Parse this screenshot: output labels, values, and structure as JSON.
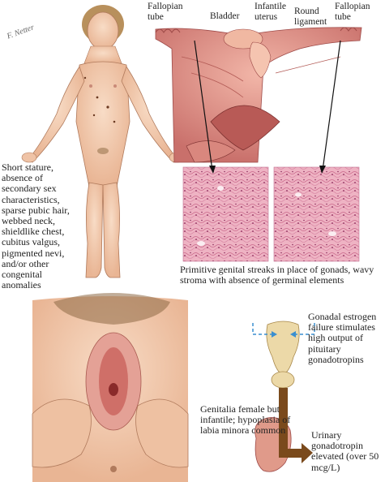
{
  "signature": "F. Netter",
  "anatomy_labels": {
    "fallopian_left": "Fallopian tube",
    "bladder": "Bladder",
    "infantile_uterus": "Infantile uterus",
    "round_ligament": "Round ligament",
    "fallopian_right": "Fallopian tube"
  },
  "captions": {
    "body_features": "Short stature, absence of secondary sex characteristics, sparse pubic hair, webbed neck, shieldlike chest, cubitus valgus, pigmented nevi, and/or other congenital anomalies",
    "streaks": "Primitive genital streaks in place of gonads, wavy stroma with absence of germinal elements",
    "estrogen": "Gonadal estrogen failure stimulates high output of pituitary gonadotropins",
    "genitalia": "Genitalia female but infantile; hypoplasia of labia minora common",
    "urinary": "Urinary gonadotropin elevated (over 50 mcg/L)"
  },
  "colors": {
    "skin": "#f3cdb2",
    "tissue": "#e48f88",
    "histology": "#e9a9bb",
    "arrow_brown": "#7a4a1c",
    "dashed_blue": "#3a8fd0"
  }
}
